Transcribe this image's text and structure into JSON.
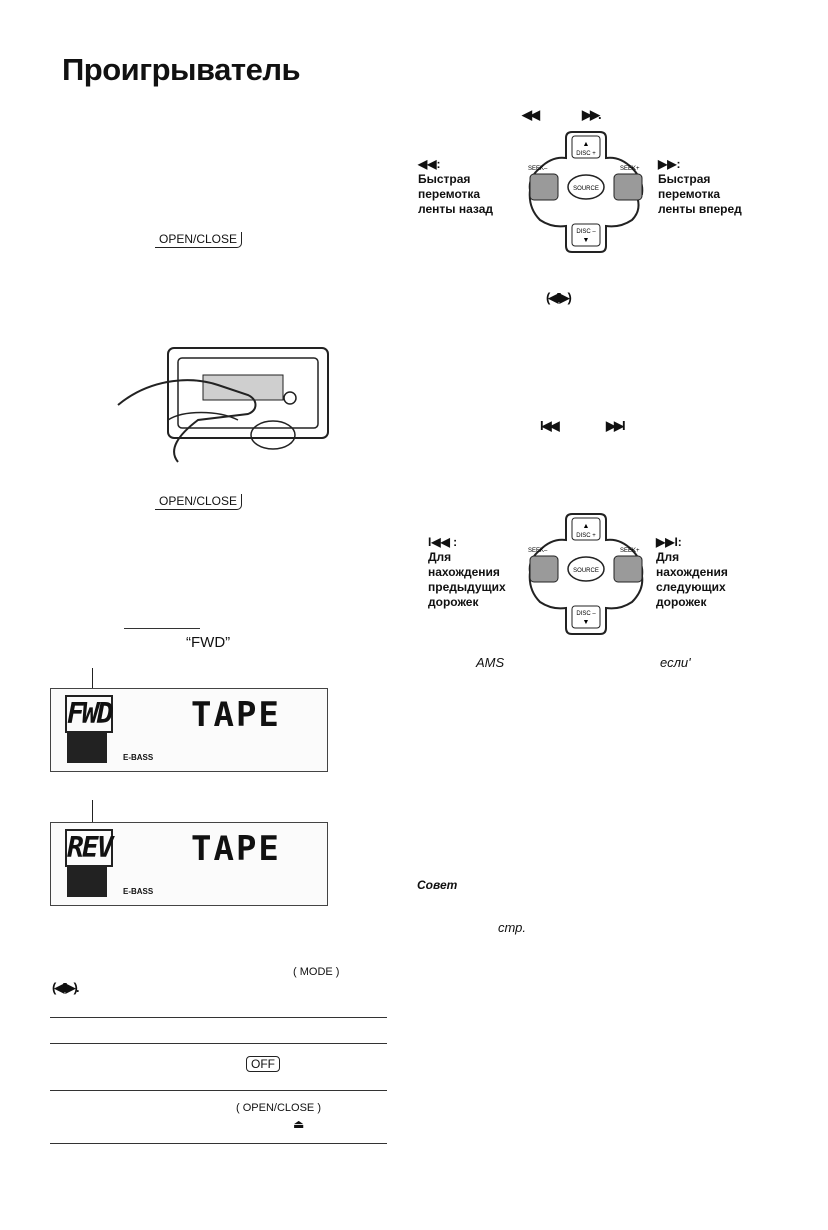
{
  "title": "Проигрыватель",
  "left": {
    "key_open_close_1": "OPEN/CLOSE",
    "key_open_close_2": "OPEN/CLOSE",
    "fwd_text": "“FWD”",
    "display1": {
      "mode": "FWD",
      "source": "TAPE",
      "eq": "E-BASS"
    },
    "display2": {
      "mode": "REV",
      "source": "TAPE",
      "eq": "E-BASS"
    },
    "key_mode": "MODE",
    "rev_symbol": "(◀II▶).",
    "key_off": "OFF",
    "key_open_close_3": "OPEN/CLOSE",
    "eject_symbol": "⏏"
  },
  "right": {
    "ff_rew_line": {
      "rew": "◀◀",
      "ff": "▶▶."
    },
    "pad1": {
      "left_label": [
        "◀◀:",
        "Быстрая",
        "перемотка",
        "ленты назад"
      ],
      "right_label": [
        "▶▶:",
        "Быстрая",
        "перемотка",
        "ленты вперед"
      ],
      "top": "DISC +",
      "bottom": "DISC –",
      "center": "SOURCE",
      "seek_left": "SEEK–",
      "seek_right": "SEEK+"
    },
    "reverse_symbol": "(◀II▶)",
    "ams_line": {
      "prev": "I◀◀",
      "next": "▶▶I"
    },
    "pad2": {
      "left_label": [
        "I◀◀ :",
        "Для",
        "нахождения",
        "предыдущих",
        "дорожек"
      ],
      "right_label": [
        "▶▶I:",
        "Для",
        "нахождения",
        "следующих",
        "дорожек"
      ],
      "top": "DISC +",
      "bottom": "DISC –",
      "center": "SOURCE",
      "seek_left": "SEEK–",
      "seek_right": "SEEK+"
    },
    "ams": "AMS",
    "esli": "если'",
    "tip": "Совет",
    "page_ref": "стр."
  }
}
